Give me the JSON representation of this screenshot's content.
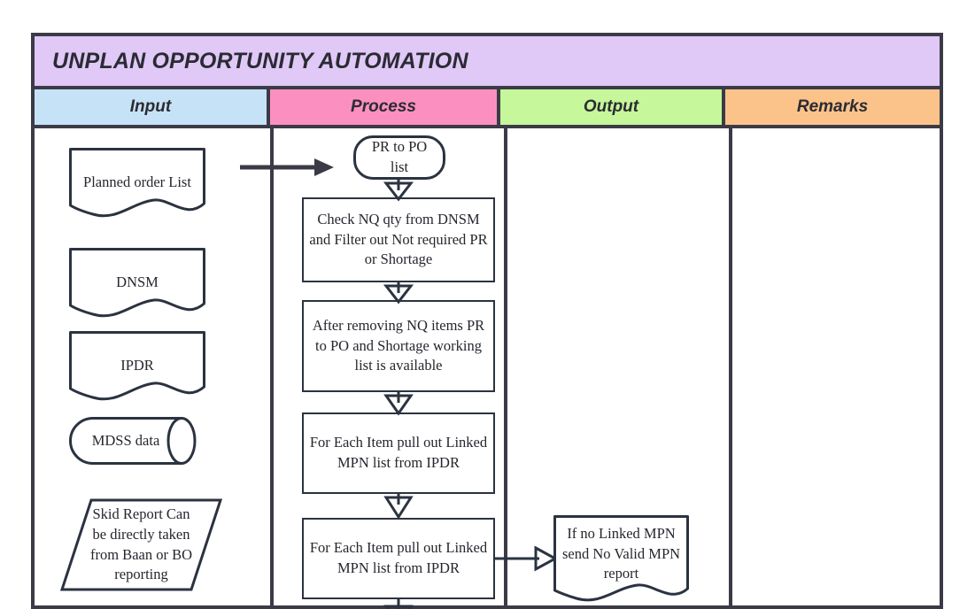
{
  "chart_data": {
    "type": "diagram",
    "title": "UNPLAN OPPORTUNITY AUTOMATION",
    "diagram_kind": "swimlane-flowchart",
    "lanes": [
      "Input",
      "Process",
      "Output",
      "Remarks"
    ],
    "nodes": [
      {
        "id": "in1",
        "lane": "Input",
        "shape": "document",
        "label": "Planned order List"
      },
      {
        "id": "in2",
        "lane": "Input",
        "shape": "document",
        "label": "DNSM"
      },
      {
        "id": "in3",
        "lane": "Input",
        "shape": "document",
        "label": "IPDR"
      },
      {
        "id": "in4",
        "lane": "Input",
        "shape": "cylinder",
        "label": "MDSS data"
      },
      {
        "id": "in5",
        "lane": "Input",
        "shape": "parallelogram",
        "label": "Skid Report Can be directly taken from Baan or BO reporting"
      },
      {
        "id": "p1",
        "lane": "Process",
        "shape": "terminator",
        "label": "PR to PO list"
      },
      {
        "id": "p2",
        "lane": "Process",
        "shape": "rectangle",
        "label": "Check NQ qty from DNSM and Filter out Not required PR or Shortage"
      },
      {
        "id": "p3",
        "lane": "Process",
        "shape": "rectangle",
        "label": "After removing NQ items  PR to PO and Shortage working list is available"
      },
      {
        "id": "p4",
        "lane": "Process",
        "shape": "rectangle",
        "label": "For Each Item pull out Linked MPN list from IPDR"
      },
      {
        "id": "p5",
        "lane": "Process",
        "shape": "rectangle",
        "label": "For Each Item pull out Linked MPN list from IPDR"
      },
      {
        "id": "o1",
        "lane": "Output",
        "shape": "document",
        "label": "If no Linked MPN send No Valid MPN report"
      }
    ],
    "edges": [
      {
        "from": "in1",
        "to": "p1",
        "direction": "right"
      },
      {
        "from": "p1",
        "to": "p2",
        "direction": "down"
      },
      {
        "from": "p2",
        "to": "p3",
        "direction": "down"
      },
      {
        "from": "p3",
        "to": "p4",
        "direction": "down"
      },
      {
        "from": "p4",
        "to": "p5",
        "direction": "down"
      },
      {
        "from": "p5",
        "to": "o1",
        "direction": "right"
      },
      {
        "from": "p5",
        "to": "next",
        "direction": "down"
      }
    ]
  },
  "title": {
    "text": "UNPLAN OPPORTUNITY AUTOMATION",
    "background": "#e0c8f7"
  },
  "columns": [
    {
      "key": "input",
      "label": "Input",
      "color": "#c6e2f7"
    },
    {
      "key": "process",
      "label": "Process",
      "color": "#fb90c0"
    },
    {
      "key": "output",
      "label": "Output",
      "color": "#c6f79a"
    },
    {
      "key": "remarks",
      "label": "Remarks",
      "color": "#fbc38a"
    }
  ],
  "input": {
    "planned_order_list": "Planned order List",
    "dnsm": "DNSM",
    "ipdr": "IPDR",
    "mdss_data": "MDSS data",
    "skid_report": "Skid Report Can be directly taken from Baan or BO reporting"
  },
  "process": {
    "start": "PR to PO list",
    "step1": "Check NQ qty from DNSM and Filter out Not required PR or Shortage",
    "step2": "After removing NQ items  PR to PO and Shortage working list is available",
    "step3": "For Each Item pull out Linked MPN list from IPDR",
    "step4": "For Each Item pull out Linked MPN list from IPDR"
  },
  "output": {
    "no_valid_mpn": "If no Linked MPN send No Valid MPN report"
  },
  "remarks": {
    "items": []
  },
  "palette": {
    "stroke": "#2b3340",
    "frame": "#3b3b47",
    "text": "#26262e",
    "page": "#ffffff"
  }
}
